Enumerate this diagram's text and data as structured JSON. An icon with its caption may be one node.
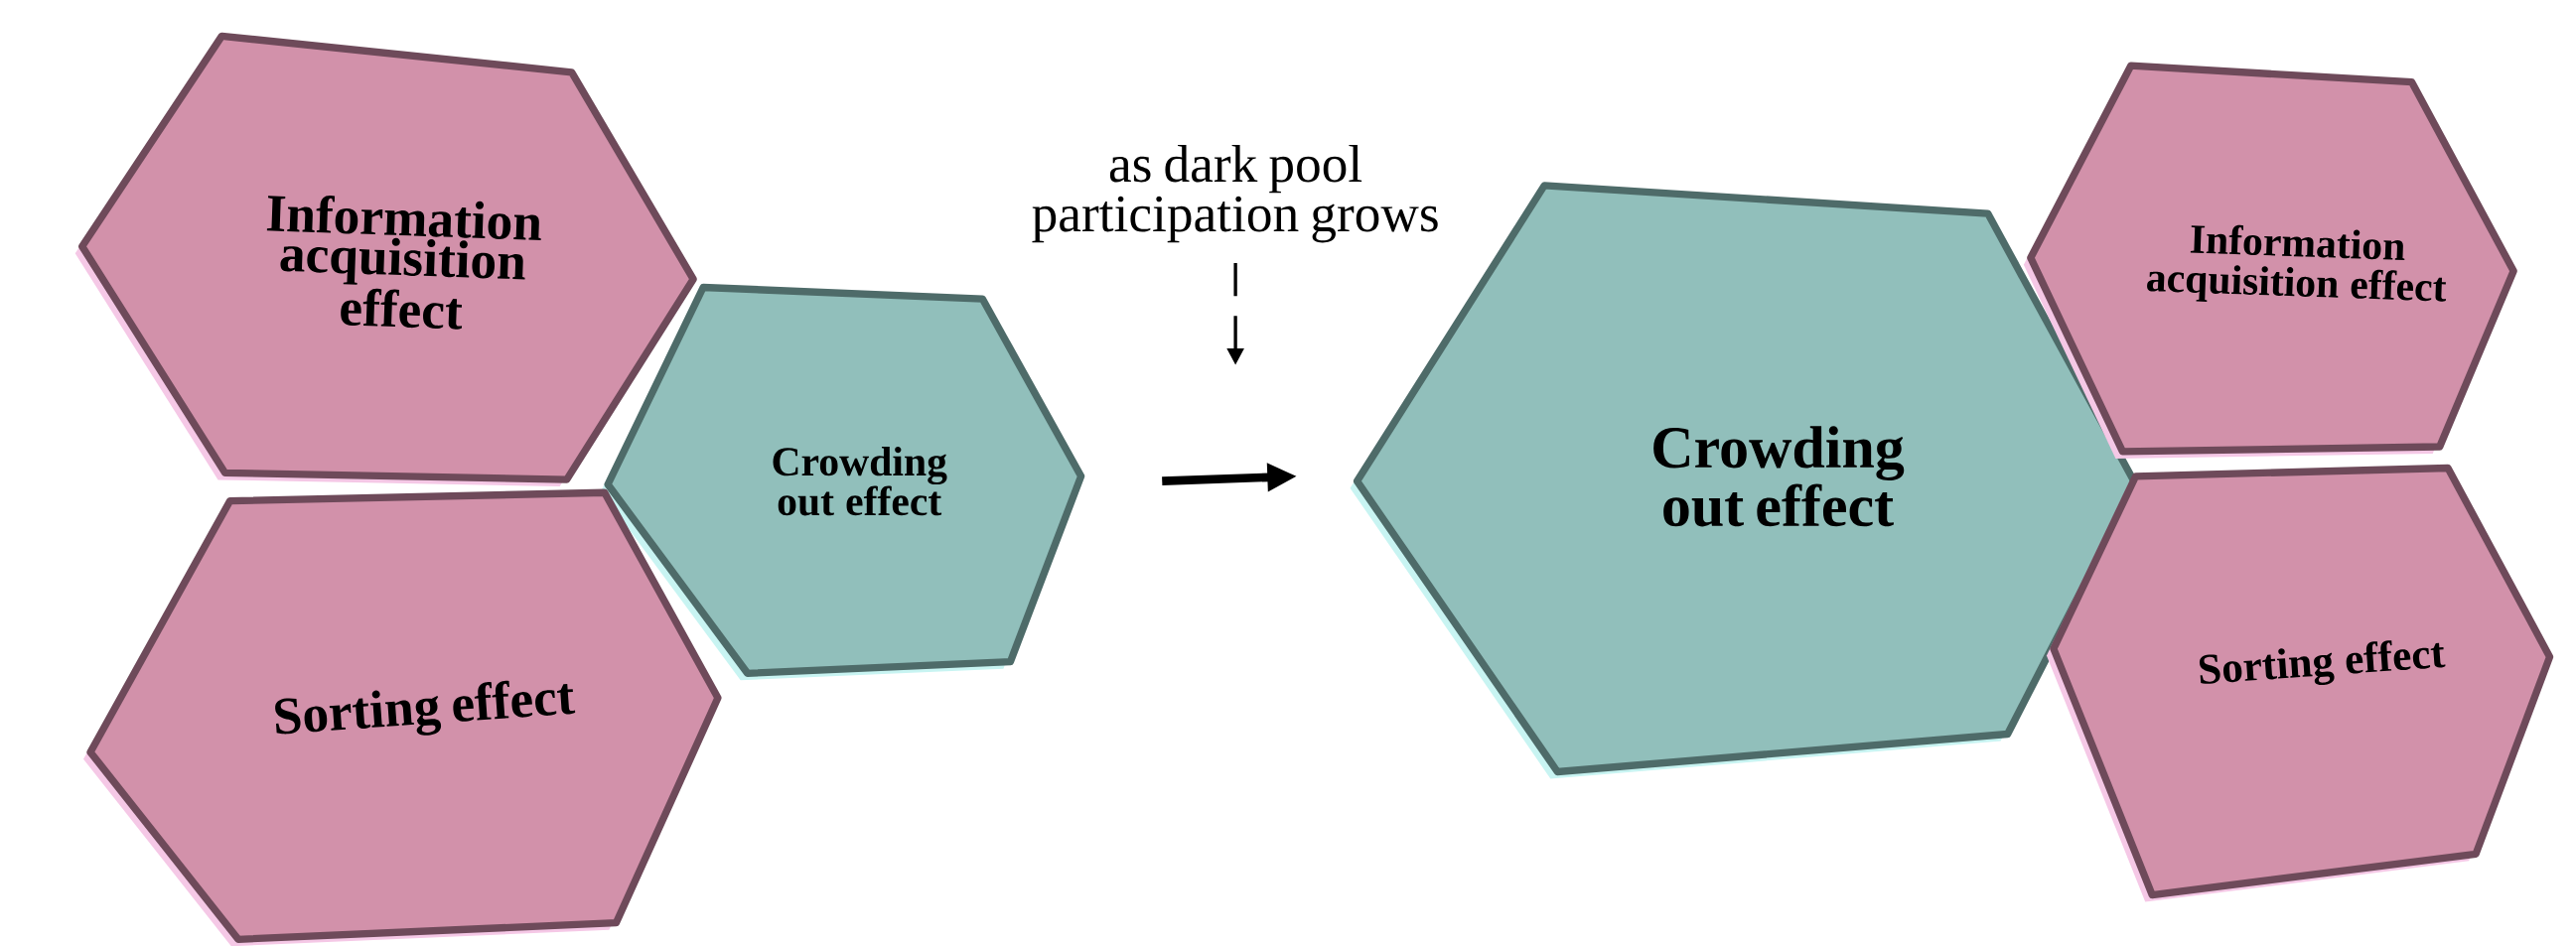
{
  "diagram": {
    "nodes": [
      {
        "text": [
          "Information acquisition effect"
        ]
      },
      {
        "text": [
          "Crowding out effect"
        ]
      },
      {
        "text": [
          "Sorting effect"
        ]
      },
      {
        "text": [
          "as dark pool participation grows"
        ]
      },
      {
        "text": [
          "Crowding out effect"
        ]
      },
      {
        "text": [
          "Information acquisition effect"
        ]
      },
      {
        "text": [
          "Sorting effect"
        ]
      }
    ],
    "edges": [
      {
        "from": 1,
        "to": 4,
        "arrow": "to",
        "style": "thick"
      },
      {
        "from": 3,
        "to": null,
        "arrow": "to",
        "style": "dashed"
      }
    ]
  }
}
